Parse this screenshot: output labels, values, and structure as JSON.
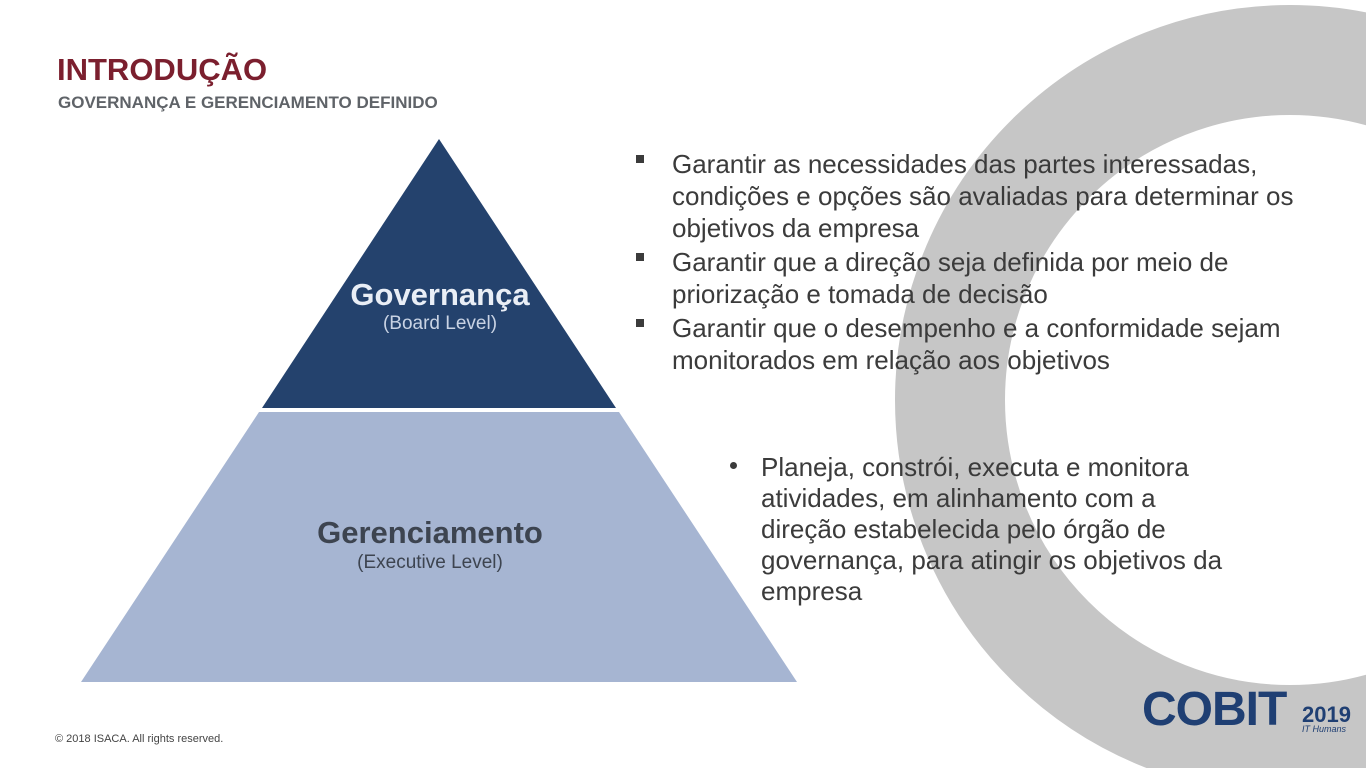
{
  "colors": {
    "title": "#7b1f2e",
    "subtitle": "#5f6368",
    "governance_fill": "#24426d",
    "management_fill": "#a6b5d2",
    "ring": "#c6c6c6",
    "logo": "#1f3f73"
  },
  "slide": {
    "title": "INTRODUÇÃO",
    "subtitle": "GOVERNANÇA E GERENCIAMENTO DEFINIDO"
  },
  "pyramid": {
    "top": {
      "label": "Governança",
      "sublabel": "(Board Level)"
    },
    "bottom": {
      "label": "Gerenciamento",
      "sublabel": "(Executive Level)"
    }
  },
  "governance_points": [
    "Garantir as necessidades das partes interessadas, condições e opções são avaliadas para determinar os objetivos da empresa",
    "Garantir que a direção seja definida por meio de priorização e tomada de decisão",
    "Garantir que o desempenho e a conformidade sejam monitorados em relação aos objetivos"
  ],
  "management_points": [
    "Planeja, constrói, executa e monitora atividades, em alinhamento com a direção estabelecida pelo órgão de governança, para atingir os objetivos da empresa"
  ],
  "footer": {
    "copyright": "© 2018 ISACA. All rights reserved."
  },
  "logo": {
    "name": "COBIT",
    "year": "2019",
    "tagline": "IT Humans"
  }
}
